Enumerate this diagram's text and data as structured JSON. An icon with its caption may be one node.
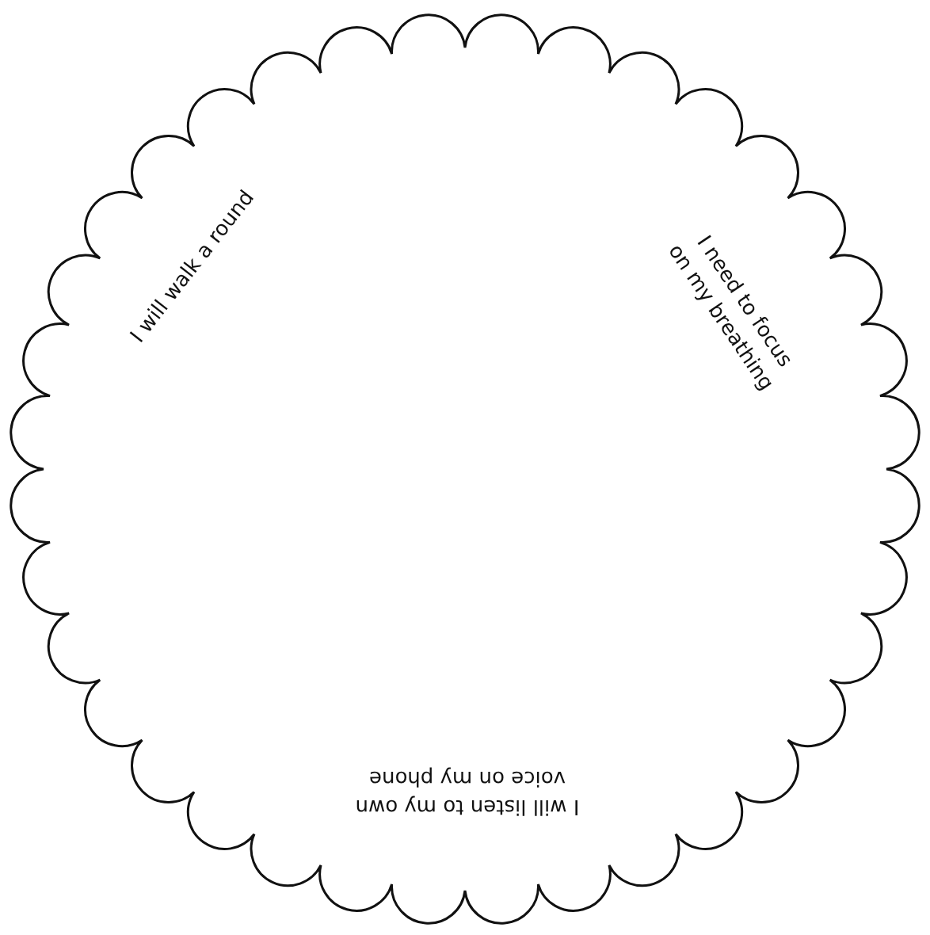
{
  "diagram": {
    "nodes": [
      {
        "text": [
          "I will walk a round",
          "I need to focus on my breathing",
          "I will listen to my own voice on my phone"
        ]
      }
    ]
  }
}
